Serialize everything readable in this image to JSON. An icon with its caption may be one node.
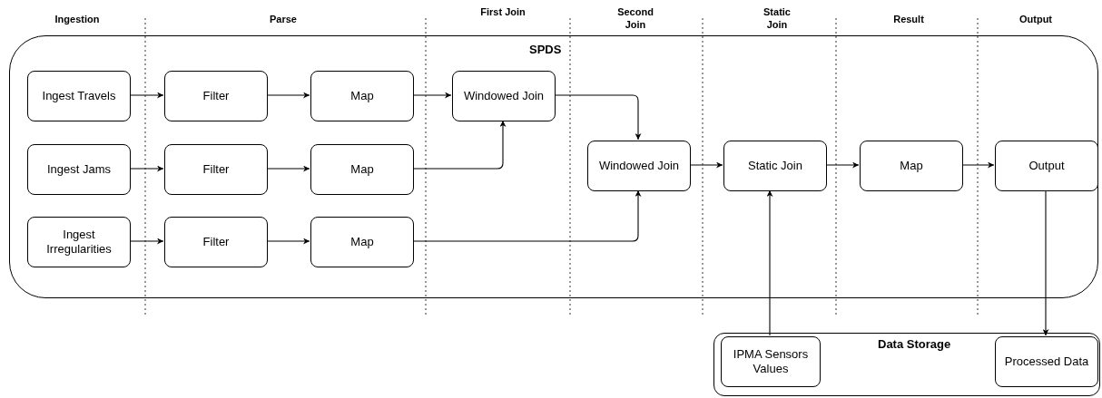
{
  "diagram": {
    "nodes": [
      {
        "text": [
          "SPDS"
        ]
      },
      {
        "text": [
          "Ingest Travels"
        ],
        "in": 0
      },
      {
        "text": [
          "Filter"
        ],
        "in": 0
      },
      {
        "text": [
          "Map"
        ],
        "in": 0
      },
      {
        "text": [
          "Windowed Join"
        ],
        "in": 0
      },
      {
        "text": [
          "Ingest Jams"
        ],
        "in": 0
      },
      {
        "text": [
          "Filter"
        ],
        "in": 0
      },
      {
        "text": [
          "Map"
        ],
        "in": 0
      },
      {
        "text": [
          "Ingest Irregularities"
        ],
        "in": 0
      },
      {
        "text": [
          "Filter"
        ],
        "in": 0
      },
      {
        "text": [
          "Map"
        ],
        "in": 0
      },
      {
        "text": [
          "Windowed Join"
        ],
        "in": 0
      },
      {
        "text": [
          "Static Join"
        ],
        "in": 0
      },
      {
        "text": [
          "Map"
        ],
        "in": 0
      },
      {
        "text": [
          "Output"
        ],
        "in": 0
      },
      {
        "text": [
          "Data Storage"
        ]
      },
      {
        "text": [
          "IPMA Sensors Values"
        ],
        "in": 15
      },
      {
        "text": [
          "Processed Data"
        ],
        "in": 15
      }
    ],
    "edges": [
      {
        "from": 1,
        "to": 2,
        "arrow": "to"
      },
      {
        "from": 2,
        "to": 3,
        "arrow": "to"
      },
      {
        "from": 3,
        "to": 4,
        "arrow": "to"
      },
      {
        "from": 5,
        "to": 6,
        "arrow": "to"
      },
      {
        "from": 6,
        "to": 7,
        "arrow": "to"
      },
      {
        "from": 7,
        "to": 4,
        "arrow": "to"
      },
      {
        "from": 4,
        "to": 11,
        "arrow": "to"
      },
      {
        "from": 8,
        "to": 9,
        "arrow": "to"
      },
      {
        "from": 9,
        "to": 10,
        "arrow": "to"
      },
      {
        "from": 10,
        "to": 11,
        "arrow": "to"
      },
      {
        "from": 11,
        "to": 12,
        "arrow": "to"
      },
      {
        "from": 12,
        "to": 13,
        "arrow": "to"
      },
      {
        "from": 13,
        "to": 14,
        "arrow": "to"
      },
      {
        "from": 16,
        "to": 12,
        "arrow": "to"
      },
      {
        "from": 14,
        "to": 17,
        "arrow": "to"
      }
    ],
    "labels": [
      "Ingestion",
      "Parse",
      "First Join",
      "Second Join",
      "Static Join",
      "Result",
      "Output"
    ]
  }
}
